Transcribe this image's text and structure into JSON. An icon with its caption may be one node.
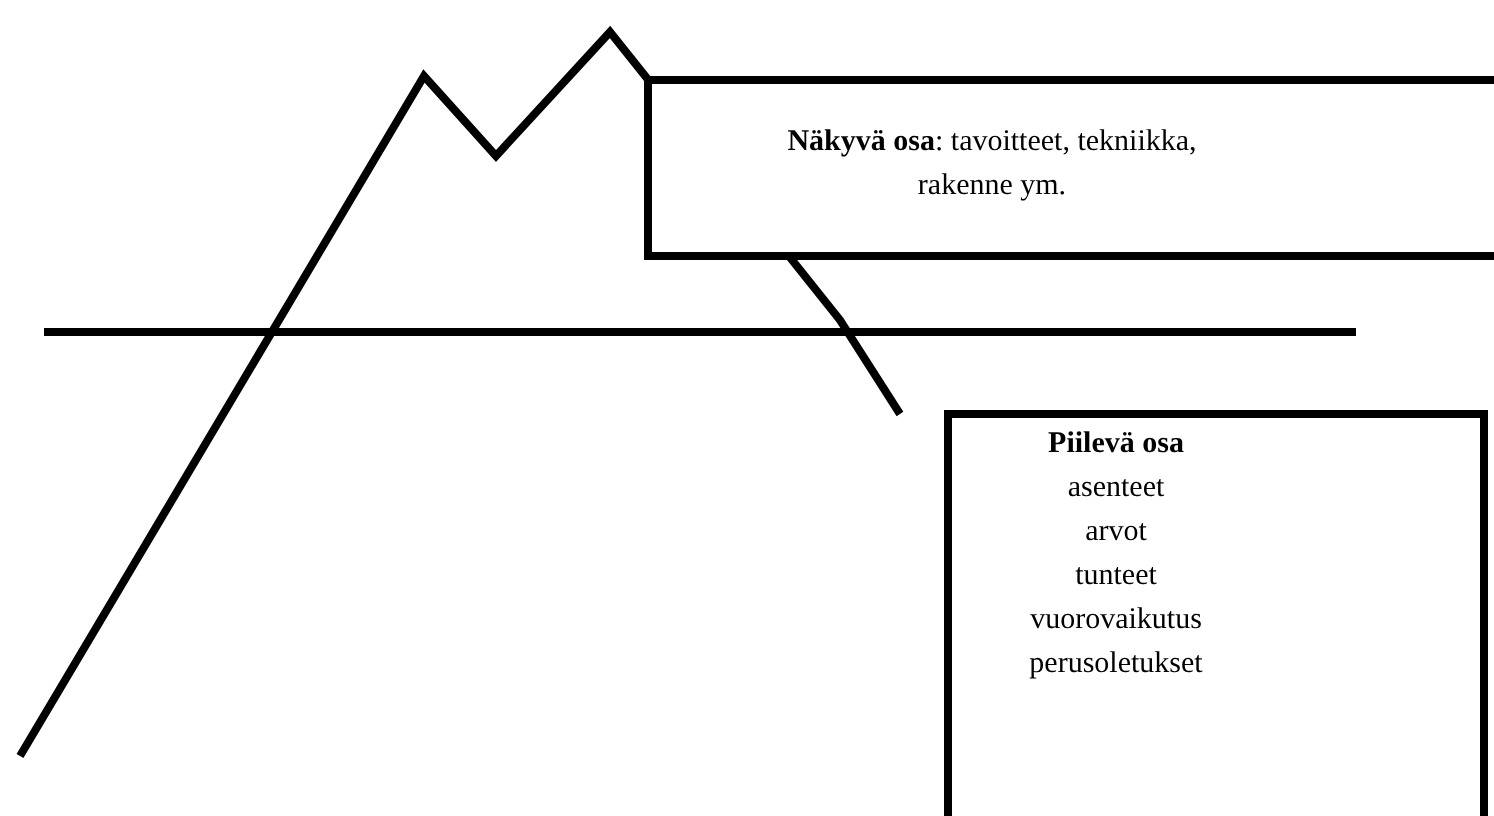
{
  "diagram": {
    "nodes": [
      {
        "text": [
          "**Näkyvä osa**: tavoitteet, tekniikka, rakenne ym."
        ]
      },
      {
        "text": [
          "Piilevä osa",
          "asenteet",
          "arvot",
          "tunteet",
          "vuorovaikutus",
          "perusoletukset"
        ]
      }
    ]
  }
}
